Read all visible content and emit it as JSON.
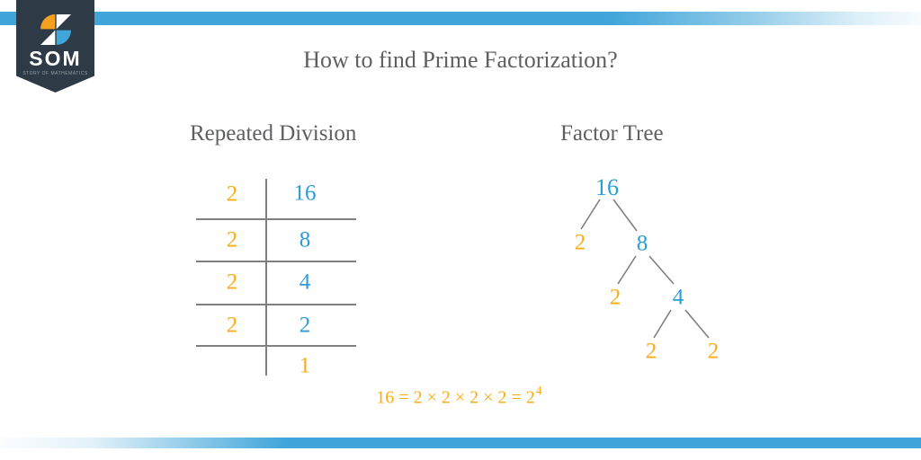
{
  "title": "How to find Prime Factorization?",
  "logo": {
    "brand": "SOM",
    "tagline": "STORY OF MATHEMATICS",
    "icon": "pinwheel-icon"
  },
  "sections": {
    "division": {
      "heading": "Repeated Division",
      "rows": [
        {
          "divisor": "2",
          "quotient": "16"
        },
        {
          "divisor": "2",
          "quotient": "8"
        },
        {
          "divisor": "2",
          "quotient": "4"
        },
        {
          "divisor": "2",
          "quotient": "2"
        },
        {
          "divisor": "",
          "quotient": "1"
        }
      ]
    },
    "tree": {
      "heading": "Factor Tree",
      "nodes": [
        {
          "value": "16",
          "role": "root-composite"
        },
        {
          "value": "2",
          "role": "prime-factor"
        },
        {
          "value": "8",
          "role": "composite"
        },
        {
          "value": "2",
          "role": "prime-factor"
        },
        {
          "value": "4",
          "role": "composite"
        },
        {
          "value": "2",
          "role": "prime-factor"
        },
        {
          "value": "2",
          "role": "prime-factor"
        }
      ]
    }
  },
  "equation": {
    "main": "16 = 2 × 2 × 2 × 2 = 2",
    "exponent": "4"
  },
  "colors": {
    "accent_blue": "#3FA5DA",
    "number_blue": "#2B9CD8",
    "number_orange": "#F9AC17",
    "heading_gray": "#5E5F61",
    "line_gray": "#7F7F7F",
    "logo_navy": "#2E3A45",
    "logo_orange": "#F5A01E"
  }
}
